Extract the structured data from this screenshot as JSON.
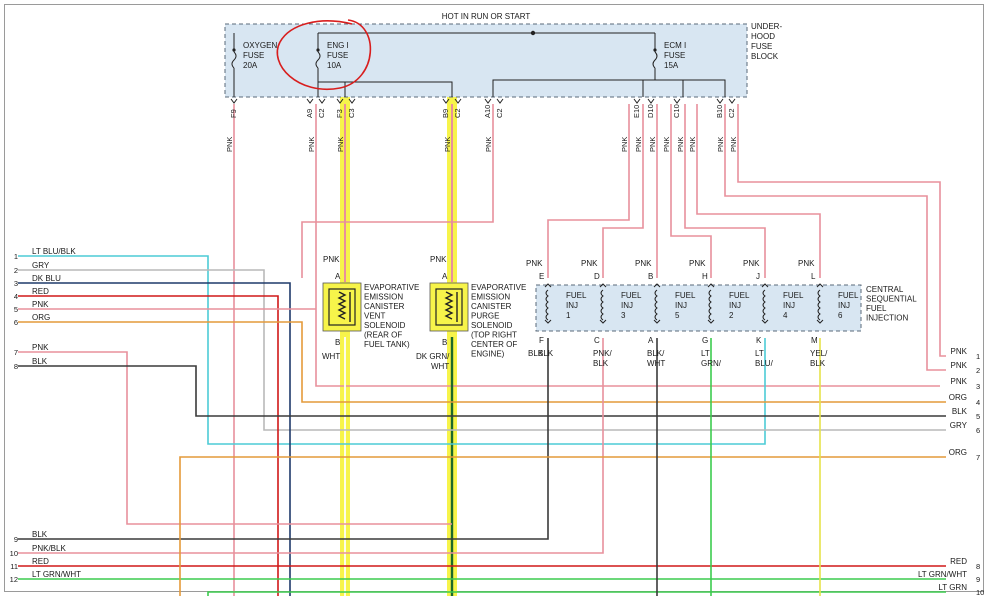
{
  "colors": {
    "pnk": "#e8909c",
    "gry": "#b9b9b9",
    "dk_blu": "#1f3a6a",
    "red": "#d01818",
    "org": "#e49a3a",
    "blk": "#3a3a3a",
    "lt_blu": "#4ccbd6",
    "lt_grn": "#3ccb4e",
    "yel": "#e6e24a",
    "highlight": "#f7f44a",
    "fuse_block_fill": "#d8e6f2",
    "fuse_block_border": "#5a6a7a",
    "annotation_red": "#d81e1e"
  },
  "fuse_block": {
    "title": "HOT IN RUN OR START",
    "label_lines": [
      "UNDER-",
      "HOOD",
      "FUSE",
      "BLOCK"
    ],
    "fuses": [
      {
        "id": "oxygen",
        "lines": [
          "OXYGEN",
          "FUSE",
          "20A"
        ]
      },
      {
        "id": "eng1",
        "lines": [
          "ENG I",
          "FUSE",
          "10A"
        ]
      },
      {
        "id": "ecm1",
        "lines": [
          "ECM I",
          "FUSE",
          "15A"
        ]
      }
    ],
    "terminals": [
      "F9",
      "A9",
      "C2",
      "F3",
      "C3",
      "B9",
      "C2",
      "A10",
      "C2",
      "E10",
      "D10",
      "C10",
      "B10",
      "C2"
    ]
  },
  "wire_labels": {
    "pnk": "PNK",
    "blk": "BLK",
    "wht": "WHT",
    "dk_grn_wht": "DK GRN/ WHT"
  },
  "left_connector": [
    {
      "num": "1",
      "label": "LT BLU/BLK"
    },
    {
      "num": "2",
      "label": "GRY"
    },
    {
      "num": "3",
      "label": "DK BLU"
    },
    {
      "num": "4",
      "label": "RED"
    },
    {
      "num": "5",
      "label": "PNK"
    },
    {
      "num": "6",
      "label": "ORG"
    },
    {
      "num": "7",
      "label": "PNK"
    },
    {
      "num": "8",
      "label": "BLK"
    },
    {
      "num": "9",
      "label": "BLK"
    },
    {
      "num": "10",
      "label": "PNK/BLK"
    },
    {
      "num": "11",
      "label": "RED"
    },
    {
      "num": "12",
      "label": "LT GRN/WHT"
    }
  ],
  "right_connector": [
    {
      "num": "1",
      "label": "PNK"
    },
    {
      "num": "2",
      "label": "PNK"
    },
    {
      "num": "3",
      "label": "PNK"
    },
    {
      "num": "4",
      "label": "ORG"
    },
    {
      "num": "5",
      "label": "BLK"
    },
    {
      "num": "6",
      "label": "GRY"
    },
    {
      "num": "7",
      "label": "ORG"
    },
    {
      "num": "8",
      "label": "RED"
    },
    {
      "num": "9",
      "label": "LT GRN/WHT"
    },
    {
      "num": "10",
      "label": "LT GRN"
    }
  ],
  "solenoids": [
    {
      "id": "vent",
      "pin_a": "A",
      "pin_b": "B",
      "in_label": "PNK",
      "out_label": "WHT",
      "lines": [
        "EVAPORATIVE",
        "EMISSION",
        "CANISTER",
        "VENT",
        "SOLENOID",
        "(REAR OF",
        "FUEL TANK)"
      ]
    },
    {
      "id": "purge",
      "pin_a": "A",
      "pin_b": "B",
      "in_label": "PNK",
      "out_label": "DK GRN/ WHT",
      "lines": [
        "EVAPORATIVE",
        "EMISSION",
        "CANISTER",
        "PURGE",
        "SOLENOID",
        "(TOP RIGHT",
        "CENTER OF",
        "ENGINE)"
      ]
    }
  ],
  "injection_block": {
    "label_lines": [
      "CENTRAL",
      "SEQUENTIAL",
      "FUEL",
      "INJECTION"
    ],
    "injectors": [
      {
        "name": "FUEL INJ 1",
        "top_pin": "E",
        "bottom_pin": "F",
        "out_wire": "BLK"
      },
      {
        "name": "FUEL INJ 3",
        "top_pin": "D",
        "bottom_pin": "C",
        "out_wire": "PNK/ BLK"
      },
      {
        "name": "FUEL INJ 5",
        "top_pin": "B",
        "bottom_pin": "A",
        "out_wire": "BLK/ WHT"
      },
      {
        "name": "FUEL INJ 2",
        "top_pin": "H",
        "bottom_pin": "G",
        "out_wire": "LT GRN/ BLK"
      },
      {
        "name": "FUEL INJ 4",
        "top_pin": "J",
        "bottom_pin": "K",
        "out_wire": "LT BLU/ BLK"
      },
      {
        "name": "FUEL INJ 6",
        "top_pin": "L",
        "bottom_pin": "M",
        "out_wire": "YEL/ BLK"
      }
    ]
  }
}
